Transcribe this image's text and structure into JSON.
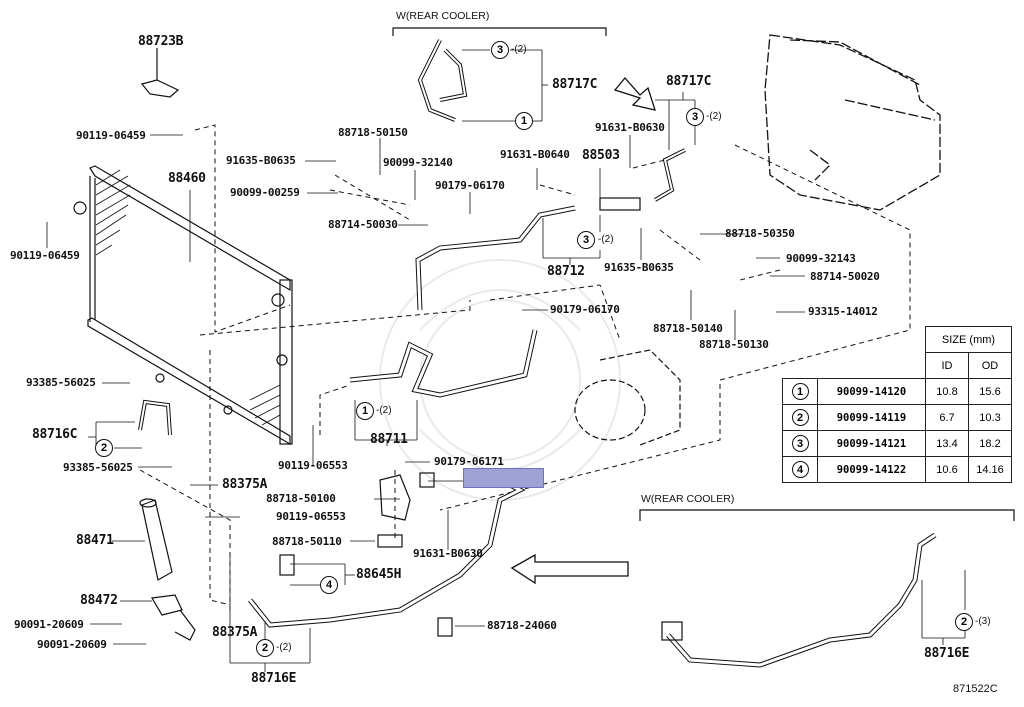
{
  "diagram": {
    "title": "Heater & Air Conditioner Plumbing",
    "figure_code": "871522C",
    "headers": {
      "rear_cooler_top": "W(REAR COOLER)",
      "rear_cooler_bottom": "W(REAR COOLER)"
    },
    "labels": {
      "p88723B": "88723B",
      "p90119_06459_a": "90119-06459",
      "p90119_06459_b": "90119-06459",
      "p88460": "88460",
      "p91635_B0635_a": "91635-B0635",
      "p90099_00259": "90099-00259",
      "p88718_50150": "88718-50150",
      "p90099_32140": "90099-32140",
      "p88714_50030": "88714-50030",
      "p90179_06170_a": "90179-06170",
      "p91631_B0640": "91631-B0640",
      "p88503": "88503",
      "p88712": "88712",
      "p88717C_a": "88717C",
      "p88717C_b": "88717C",
      "p91631_B0630_a": "91631-B0630",
      "p88718_50350": "88718-50350",
      "p90099_32143": "90099-32143",
      "p88714_50020": "88714-50020",
      "p91635_B0635_b": "91635-B0635",
      "p93315_14012": "93315-14012",
      "p88718_50140": "88718-50140",
      "p88718_50130": "88718-50130",
      "p90179_06170_b": "90179-06170",
      "p93385_56025_a": "93385-56025",
      "p88716C": "88716C",
      "p93385_56025_b": "93385-56025",
      "p88375A_a": "88375A",
      "p88471": "88471",
      "p88472": "88472",
      "p90091_20609_a": "90091-20609",
      "p90091_20609_b": "90091-20609",
      "p88375A_b": "88375A",
      "p88716E_a": "88716E",
      "p88711": "88711",
      "p90119_06553_a": "90119-06553",
      "p90179_06171": "90179-06171",
      "p88718_50100": "88718-50100",
      "p90119_06553_b": "90119-06553",
      "p88718_50110": "88718-50110",
      "p88645H": "88645H",
      "p91631_B0630_b": "91631-B0630",
      "p88718_24060": "88718-24060",
      "p88716E_b": "88716E"
    },
    "callouts": {
      "c1_88717C": {
        "num": "1",
        "qty": ""
      },
      "c3_88717C": {
        "num": "3",
        "qty": "-(2)"
      },
      "c3_88717C_b": {
        "num": "3",
        "qty": "-(2)"
      },
      "c3_88712": {
        "num": "3",
        "qty": "-(2)"
      },
      "c2_88716C": {
        "num": "2",
        "qty": ""
      },
      "c1_88711": {
        "num": "1",
        "qty": "-(2)"
      },
      "c4_88645H": {
        "num": "4",
        "qty": ""
      },
      "c2_88716E_a": {
        "num": "2",
        "qty": "-(2)"
      },
      "c2_88716E_b": {
        "num": "2",
        "qty": "-(3)"
      }
    },
    "size_table": {
      "header": "SIZE (mm)",
      "col_id": "ID",
      "col_od": "OD",
      "rows": [
        {
          "num": "1",
          "part": "90099-14120",
          "id": "10.8",
          "od": "15.6"
        },
        {
          "num": "2",
          "part": "90099-14119",
          "id": "6.7",
          "od": "10.3"
        },
        {
          "num": "3",
          "part": "90099-14121",
          "id": "13.4",
          "od": "18.2"
        },
        {
          "num": "4",
          "part": "90099-14122",
          "id": "10.6",
          "od": "14.16"
        }
      ]
    },
    "highlight_color": "#9fa0d6"
  }
}
